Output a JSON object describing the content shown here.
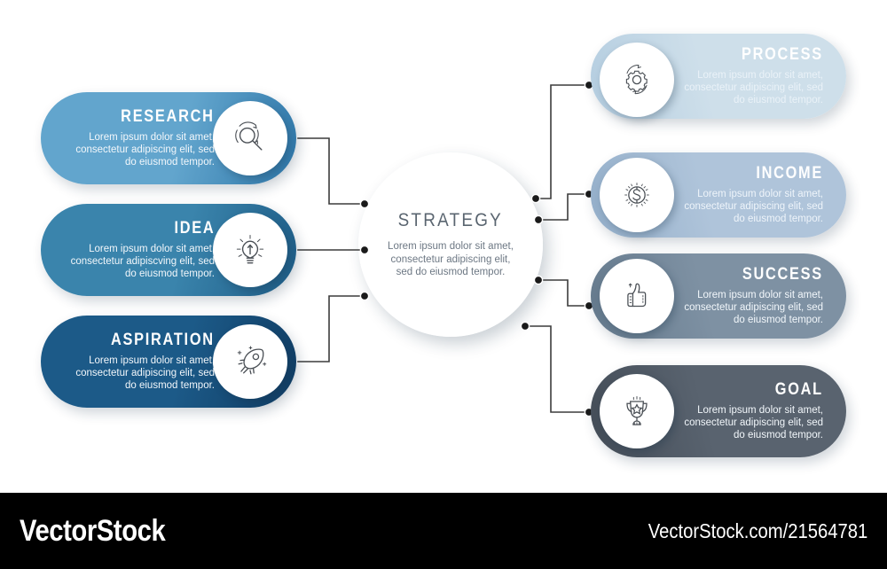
{
  "center": {
    "title": "STRATEGY",
    "description": "Lorem ipsum dolor sit amet, consectetur adipiscing elit, sed do eiusmod tempor.",
    "ring_color_top": "#8ebecb",
    "ring_color_bottom": "#3d7d8d"
  },
  "left_items": [
    {
      "title": "RESEARCH",
      "description": "Lorem ipsum dolor sit amet, consectetur adipiscing elit, sed do eiusmod tempor.",
      "icon": "magnifier-refresh-icon",
      "color": "#62a5cd",
      "color_dark": "#2e76a8"
    },
    {
      "title": "IDEA",
      "description": "Lorem ipsum dolor sit amet, consectetur adipiscving elit, sed do eiusmod tempor.",
      "icon": "lightbulb-icon",
      "color": "#3a84ac",
      "color_dark": "#1e5c86"
    },
    {
      "title": "ASPIRATION",
      "description": "Lorem ipsum dolor sit amet, consectetur adipiscing elit, sed do eiusmod tempor.",
      "icon": "rocket-icon",
      "color": "#1c5a88",
      "color_dark": "#103c63"
    }
  ],
  "right_items": [
    {
      "title": "PROCESS",
      "description": "Lorem ipsum dolor sit amet, consectetur adipiscing elit, sed do eiusmod tempor.",
      "icon": "gear-refresh-icon",
      "color": "#cedfea",
      "color_dark": "#b4cde0"
    },
    {
      "title": "INCOME",
      "description": "Lorem ipsum dolor sit amet, consectetur adipiscing elit, sed do eiusmod tempor.",
      "icon": "dollar-coin-icon",
      "color": "#afc4da",
      "color_dark": "#93aec9"
    },
    {
      "title": "SUCCESS",
      "description": "Lorem ipsum dolor sit amet, consectetur adipiscing elit, sed do eiusmod tempor.",
      "icon": "thumbs-up-icon",
      "color": "#7e91a3",
      "color_dark": "#64798c"
    },
    {
      "title": "GOAL",
      "description": "Lorem ipsum dolor sit amet, consectetur adipiscing elit, sed do eiusmod tempor.",
      "icon": "trophy-icon",
      "color": "#59636f",
      "color_dark": "#434c57"
    }
  ],
  "footer": {
    "brand": "VectorStock",
    "url": "VectorStock.com/21564781",
    "background": "#000000"
  },
  "connector": {
    "line_color": "#3c3c3c",
    "dot_color": "#1a1a1a"
  }
}
